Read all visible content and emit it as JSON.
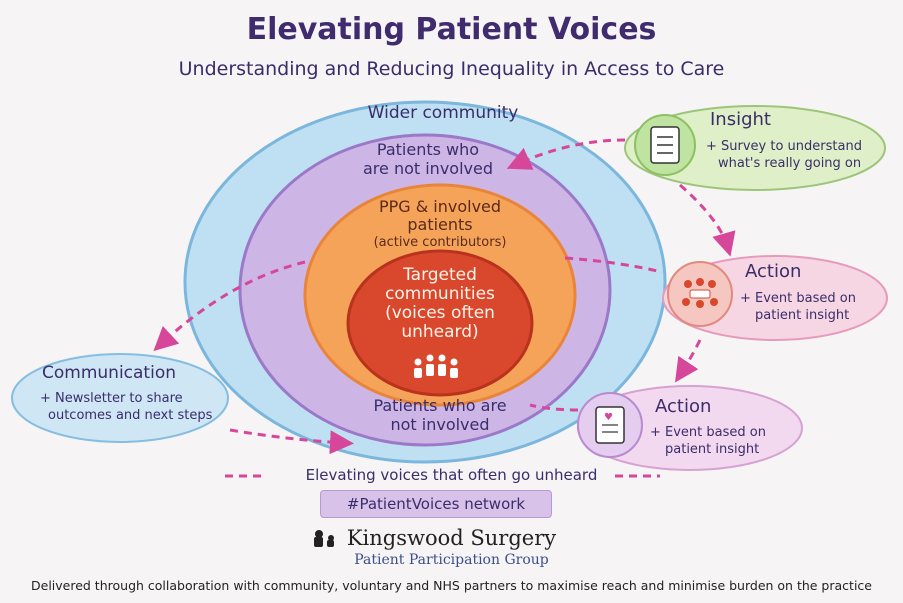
{
  "title": "Elevating Patient Voices",
  "subtitle": "Understanding and Reducing Inequality in Access to Care",
  "rings": {
    "outer": "Wider community",
    "purple_top_1": "Patients who",
    "purple_top_2": "are not involved",
    "orange_1": "PPG & involved",
    "orange_2": "patients",
    "orange_3": "(active contributors)",
    "core_1": "Targeted",
    "core_2": "communities",
    "core_3": "(voices often",
    "core_4": "unheard)",
    "purple_bottom_1": "Patients who are",
    "purple_bottom_2": "not involved"
  },
  "boxes": {
    "insight": {
      "title": "Insight",
      "line1": "+ Survey to understand",
      "line2": "what's really going on"
    },
    "action1": {
      "title": "Action",
      "line1": "+ Event based on",
      "line2": "patient insight"
    },
    "action2": {
      "title": "Action",
      "line1": "+ Event based on",
      "line2": "patient insight"
    },
    "communication": {
      "title": "Communication",
      "line1": "+ Newsletter to share",
      "line2": "outcomes and next steps"
    }
  },
  "tagline": "Elevating voices that often go unheard",
  "hashtag": "#PatientVoices network",
  "brand": "Kingswood Surgery",
  "brand_sub": "Patient Participation Group",
  "footer": "Delivered through collaboration with community, voluntary and NHS partners to maximise reach and minimise burden on the practice",
  "colors": {
    "outer_ring": "#bfe0f3",
    "purple_ring": "#cdb6e6",
    "orange_ring": "#f6a35a",
    "core": "#d9472c",
    "arrow": "#d6479a",
    "title": "#3f2b6e"
  },
  "icons": [
    "clipboard-icon",
    "group-icon",
    "document-heart-icon",
    "people-icon",
    "dog-logo-icon"
  ]
}
